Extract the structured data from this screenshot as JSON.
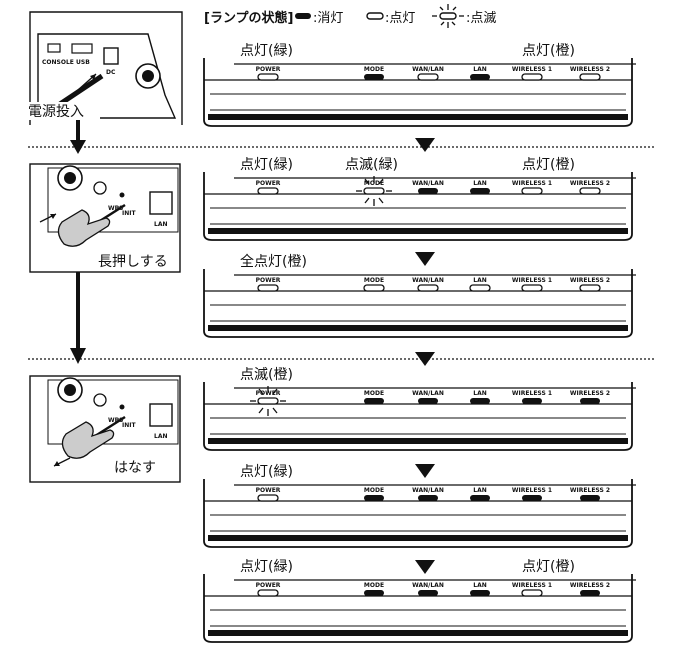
{
  "legend": {
    "title": "[ランプの状態]",
    "off": ":消灯",
    "on": ":点灯",
    "blink": ":点滅"
  },
  "ports": [
    "POWER",
    "MODE",
    "WAN/LAN",
    "LAN",
    "WIRELESS 1",
    "WIRELESS 2"
  ],
  "steps": [
    {
      "label": "電源投入"
    },
    {
      "label": "長押しする"
    },
    {
      "label": "はなす"
    }
  ],
  "illustration_labels": {
    "step1_ports": [
      "CONSOLE",
      "USB",
      "DC"
    ],
    "step2_ports": [
      "WPS",
      "INIT",
      "LAN"
    ],
    "step3_ports": [
      "WPS",
      "INIT",
      "LAN"
    ]
  },
  "panels": [
    {
      "labels": {
        "left": "点灯(緑)",
        "right": "点灯(橙)"
      },
      "states": [
        "on",
        "off",
        "on",
        "off",
        "on",
        "on"
      ]
    },
    {
      "labels": {
        "left": "点灯(緑)",
        "mid": "点滅(緑)",
        "right": "点灯(橙)"
      },
      "states": [
        "on",
        "blink",
        "off",
        "off",
        "on",
        "on"
      ]
    },
    {
      "labels": {
        "left": "全点灯(橙)"
      },
      "states": [
        "on",
        "on",
        "on",
        "on",
        "on",
        "on"
      ]
    },
    {
      "labels": {
        "left": "点滅(橙)"
      },
      "states": [
        "blink",
        "off",
        "off",
        "off",
        "off",
        "off"
      ]
    },
    {
      "labels": {
        "left": "点灯(緑)"
      },
      "states": [
        "on",
        "off",
        "off",
        "off",
        "off",
        "off"
      ]
    },
    {
      "labels": {
        "left": "点灯(緑)",
        "right": "点灯(橙)"
      },
      "states": [
        "on",
        "off",
        "off",
        "off",
        "on",
        "off"
      ]
    }
  ]
}
